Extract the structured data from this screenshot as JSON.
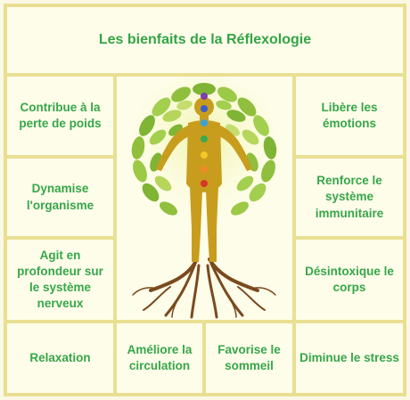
{
  "title": "Les bienfaits de la Réflexologie",
  "left": [
    "Contribue à la perte de poids",
    "Dynamise l'organisme",
    "Agit en profondeur sur le système nerveux"
  ],
  "right": [
    "Libère les émotions",
    "Renforce le système immunitaire",
    "Désintoxique le corps"
  ],
  "bottom": [
    "Relaxation",
    "Améliore la circulation",
    "Favorise le sommeil",
    "Diminue le stress"
  ],
  "colors": {
    "text_green": "#36a64a",
    "border": "#e9df93",
    "cell_bg": "#fefde9",
    "chakras": [
      "#7b3fa8",
      "#3b5ec8",
      "#39a3d8",
      "#3dab4b",
      "#f2c827",
      "#f08a2a",
      "#d8352a"
    ]
  },
  "illustration": "tree-of-life-human-figure"
}
